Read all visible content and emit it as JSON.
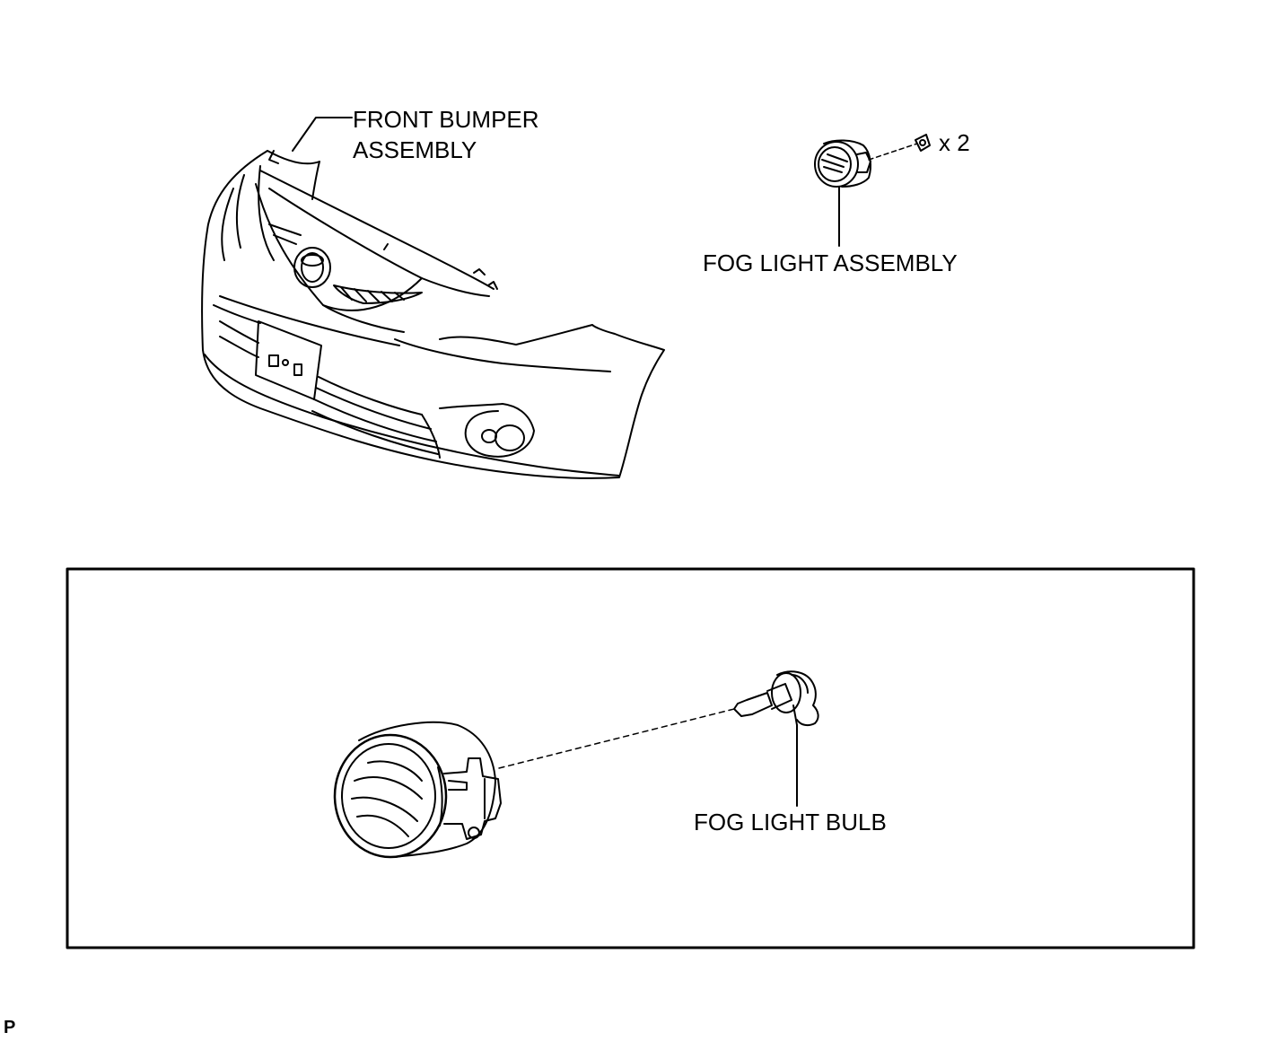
{
  "labels": {
    "front_bumper_line1": "FRONT BUMPER",
    "front_bumper_line2": "ASSEMBLY",
    "fog_light_assembly": "FOG LIGHT ASSEMBLY",
    "fastener_count": "x 2",
    "fog_light_bulb": "FOG LIGHT BULB",
    "corner_mark": "P"
  },
  "colors": {
    "line": "#000000",
    "background": "#ffffff"
  }
}
